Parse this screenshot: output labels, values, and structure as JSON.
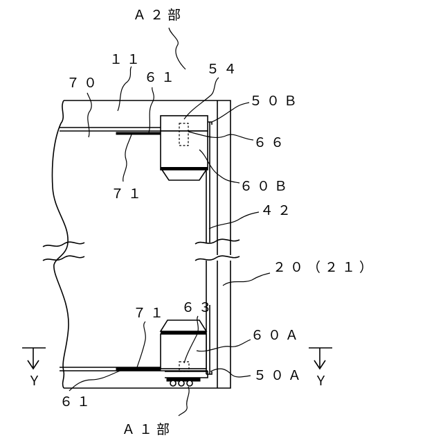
{
  "labels": {
    "a2": "Ａ２部",
    "a1": "Ａ１部",
    "n11": "１１",
    "n70": "７０",
    "n61_top": "６１",
    "n54": "５４",
    "n50b": "５０Ｂ",
    "n66": "６６",
    "n60b": "６０Ｂ",
    "n71_top": "７１",
    "n42": "４２",
    "n20": "２０（２１）",
    "n71_bottom": "７１",
    "n63": "６３",
    "n60a": "６０Ａ",
    "n50a": "５０Ａ",
    "n61_bottom": "６１",
    "y_left": "Ｙ",
    "y_right": "Ｙ"
  }
}
